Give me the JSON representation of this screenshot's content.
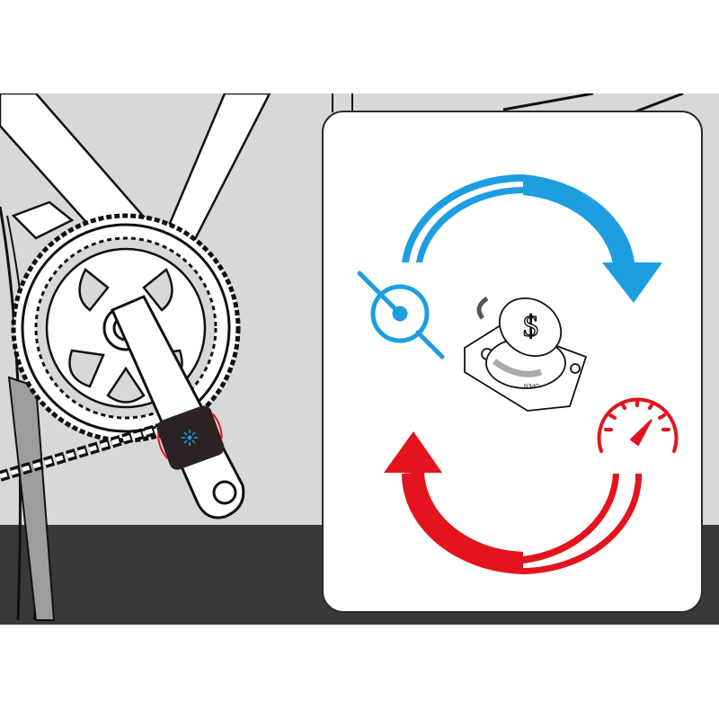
{
  "illustration": {
    "subject": "bicycle crankset with cadence sensor mounted on crank arm",
    "panel": {
      "top_icon": "cadence-icon",
      "bottom_icon": "speedometer-icon",
      "center_item": "sensor-battery-cover",
      "sensor_marking": "OPEN",
      "arrows": [
        {
          "name": "clockwise-arrow",
          "color": "#1c9ee0"
        },
        {
          "name": "counterclockwise-arrow",
          "color": "#e3141e"
        }
      ]
    },
    "colors": {
      "background": "#d9d8d9",
      "floor": "#3b3839",
      "blue": "#1c9ee0",
      "red": "#e3141e",
      "sensor_body": "#2a2223",
      "sensor_led": "#1c9ee0"
    }
  }
}
